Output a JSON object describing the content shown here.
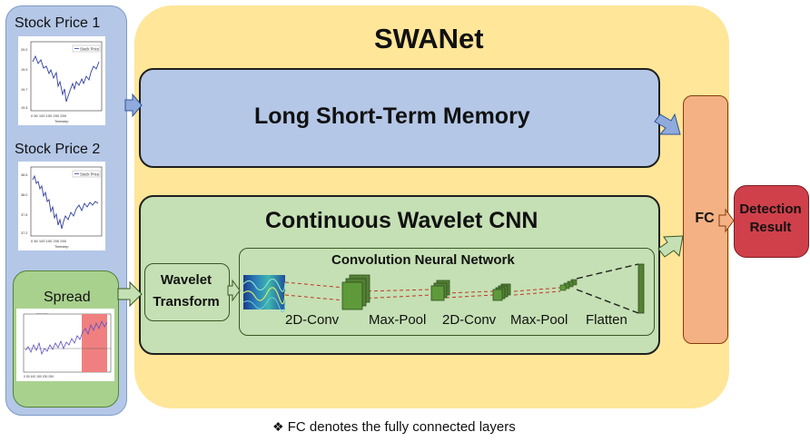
{
  "inputs": {
    "stock_price_1_label": "Stock Price 1",
    "stock_price_2_label": "Stock Price 2",
    "spread_label": "Spread",
    "legend_stock_price": "Stock Price",
    "legend_stock_price_2": "Stock Price"
  },
  "swanet": {
    "title": "SWANet",
    "lstm_label": "Long Short-Term Memory",
    "cwcnn_label": "Continuous Wavelet CNN",
    "wavelet_label_line1": "Wavelet",
    "wavelet_label_line2": "Transform",
    "cnn_title": "Convolution Neural Network",
    "layers": [
      "2D-Conv",
      "Max-Pool",
      "2D-Conv",
      "Max-Pool",
      "Flatten"
    ]
  },
  "fc_label": "FC",
  "detection_line1": "Detection",
  "detection_line2": "Result",
  "footnote": "FC denotes the fully connected layers",
  "colors": {
    "input_panel": "#b4c7e7",
    "swanet_panel": "#ffe699",
    "lstm": "#b4c7e7",
    "cwcnn": "#c5e0b4",
    "fc": "#f4b183",
    "detection": "#d0404a",
    "arrow_blue": "#8faadc",
    "arrow_green": "#c5e0b4",
    "arrow_orange": "#f4b183"
  },
  "icons": [
    "arrow-right-icon",
    "diamond-bullet-icon"
  ]
}
